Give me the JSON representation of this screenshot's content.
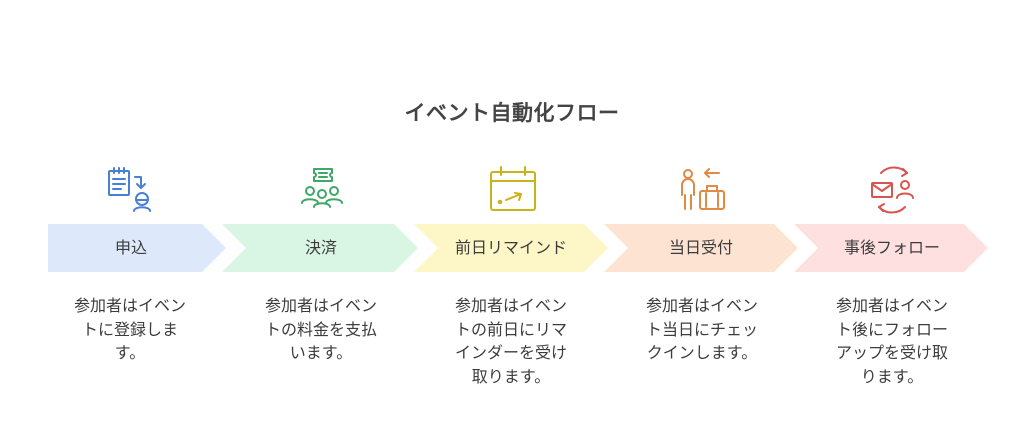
{
  "diagram": {
    "title": "イベント自動化フロー",
    "steps": [
      {
        "label": "申込",
        "description": "参加者はイベン\nトに登録しま\nす。",
        "icon": "registration-icon",
        "fill": "#dde8fb",
        "stroke": "#4a7fd6"
      },
      {
        "label": "決済",
        "description": "参加者はイベン\nトの料金を支払\nいます。",
        "icon": "payment-group-icon",
        "fill": "#d9f5e3",
        "stroke": "#3fa866"
      },
      {
        "label": "前日リマインド",
        "description": "参加者はイベン\nトの前日にリマ\nインダーを受け\n取ります。",
        "icon": "calendar-reminder-icon",
        "fill": "#fdf6c6",
        "stroke": "#c9b21a"
      },
      {
        "label": "当日受付",
        "description": "参加者はイベン\nト当日にチェッ\nクインします。",
        "icon": "check-in-luggage-icon",
        "fill": "#fde3d1",
        "stroke": "#e08a45"
      },
      {
        "label": "事後フォロー",
        "description": "参加者はイベン\nト後にフォロー\nアップを受け取\nります。",
        "icon": "follow-up-mail-icon",
        "fill": "#fde0df",
        "stroke": "#d9534f"
      }
    ]
  }
}
